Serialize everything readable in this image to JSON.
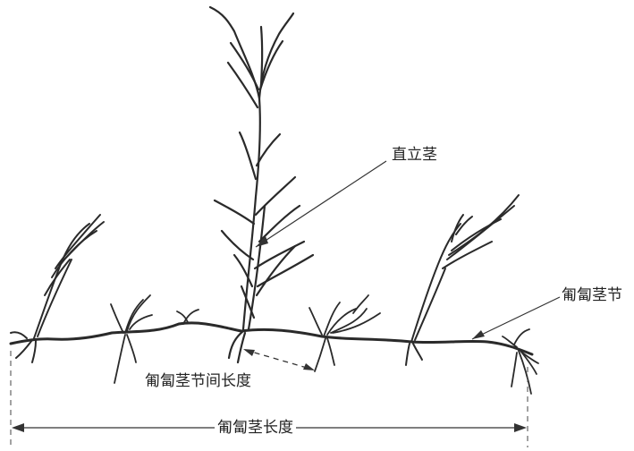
{
  "labels": {
    "upright_stem": "直立茎",
    "stolon_node": "匍匐茎节",
    "internode_length": "匍匐茎节间长度",
    "stolon_length": "匍匐茎长度"
  },
  "colors": {
    "ink": "#2a2a2a",
    "background": "#ffffff"
  }
}
